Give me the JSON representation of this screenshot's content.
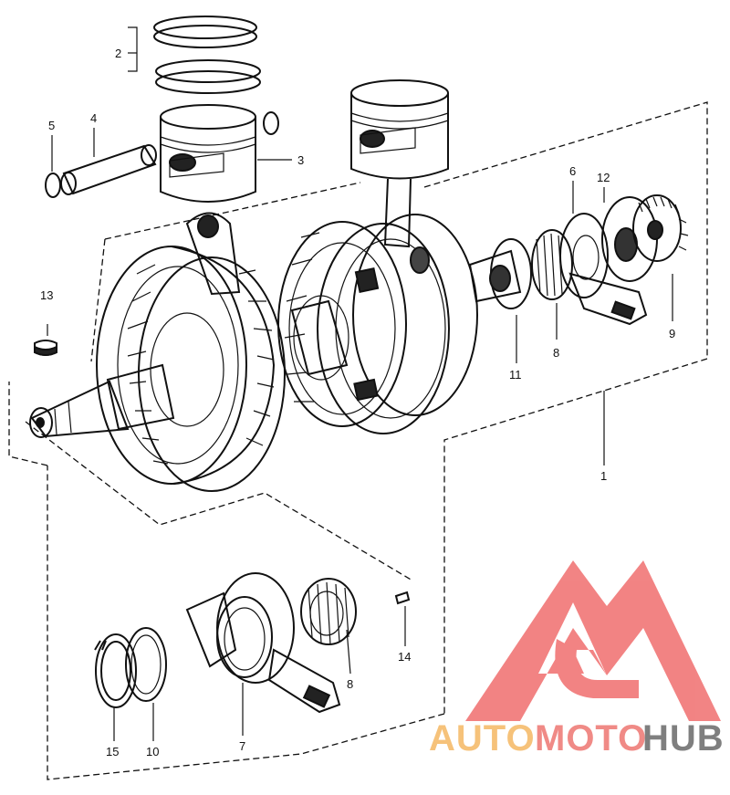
{
  "callouts": {
    "c1": "1",
    "c2": "2",
    "c3": "3",
    "c4": "4",
    "c5": "5",
    "c6": "6",
    "c7": "7",
    "c8a": "8",
    "c8b": "8",
    "c9": "9",
    "c10": "10",
    "c11": "11",
    "c12": "12",
    "c13": "13",
    "c14": "14",
    "c15": "15"
  },
  "watermark": {
    "part1": "AUTO",
    "part2": "MOTO",
    "part3": "HUB",
    "colors": {
      "auto": "#f6c27a",
      "moto": "#f08a86",
      "hub": "#7f7f7f",
      "logo": "#f06e6e"
    }
  }
}
